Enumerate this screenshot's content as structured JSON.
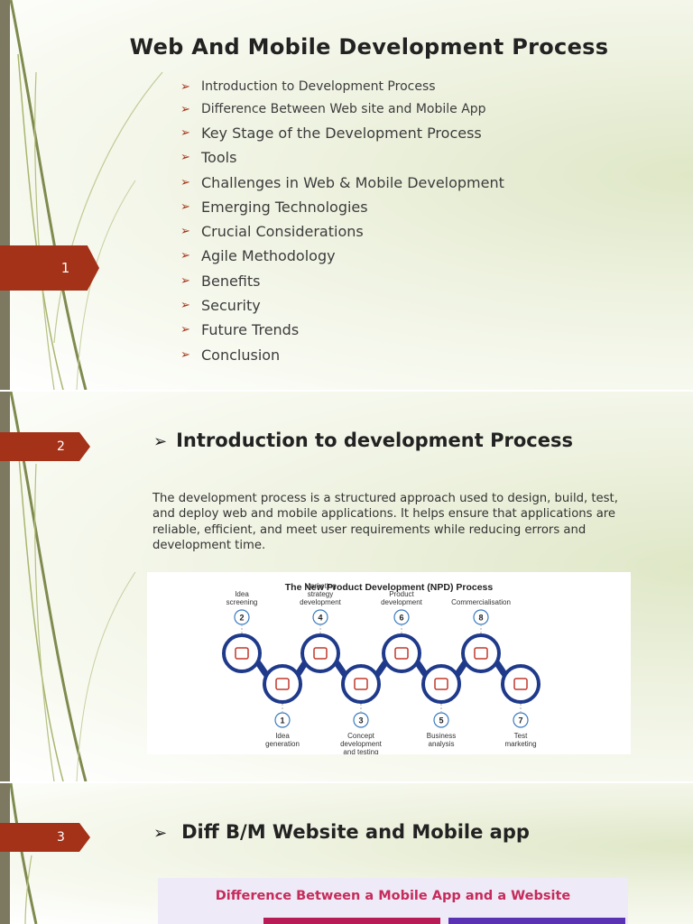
{
  "slides": [
    {
      "number": "1",
      "title": "Web And Mobile Development Process",
      "agenda": [
        "Introduction to Development Process",
        "Difference Between Web site and Mobile App",
        "Key Stage of the Development Process",
        "Tools",
        "Challenges in Web & Mobile Development",
        "Emerging Technologies",
        "Crucial Considerations",
        "Agile Methodology",
        "Benefits",
        "Security",
        "Future Trends",
        "Conclusion"
      ]
    },
    {
      "number": "2",
      "heading": "Introduction to development Process",
      "paragraph": "The development process is a structured approach used to design, build, test, and deploy web and mobile applications. It helps ensure that applications are reliable, efficient, and meet user requirements while reducing errors and development time.",
      "npd": {
        "title": "The New Product Development (NPD) Process",
        "steps": [
          {
            "num": "1",
            "label": [
              "Idea",
              "generation"
            ]
          },
          {
            "num": "2",
            "label": [
              "Idea",
              "screening"
            ]
          },
          {
            "num": "3",
            "label": [
              "Concept",
              "development",
              "and testing"
            ]
          },
          {
            "num": "4",
            "label": [
              "Marketing",
              "strategy",
              "development"
            ]
          },
          {
            "num": "5",
            "label": [
              "Business",
              "analysis"
            ]
          },
          {
            "num": "6",
            "label": [
              "Product",
              "development"
            ]
          },
          {
            "num": "7",
            "label": [
              "Test",
              "marketing"
            ]
          },
          {
            "num": "8",
            "label": [
              "Commercialisation"
            ]
          }
        ]
      }
    },
    {
      "number": "3",
      "heading": "Diff B/M Website and Mobile app",
      "image_title": "Difference Between a Mobile App and a Website"
    }
  ],
  "icons": {
    "bullet": "➢",
    "step_icons": [
      "lightbulb-icon",
      "grid-icon",
      "browser-icon",
      "puzzle-icon",
      "cards-icon",
      "route-icon",
      "shapes-icon",
      "piggy-bank-icon"
    ]
  },
  "colors": {
    "accent": "#a43219",
    "npd_blue": "#1f3a8a",
    "npd_icon_red": "#c0392b",
    "diff_title": "#c62b5a",
    "diff_bar_left": "#b81c56",
    "diff_bar_right": "#5a33b5"
  }
}
